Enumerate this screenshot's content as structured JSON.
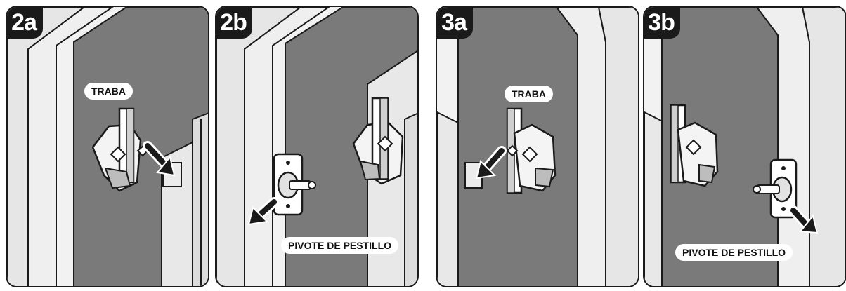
{
  "panels": [
    {
      "badge": "2a",
      "label": "TRABA"
    },
    {
      "badge": "2b",
      "label": "PIVOTE DE PESTILLO"
    },
    {
      "badge": "3a",
      "label": "TRABA"
    },
    {
      "badge": "3b",
      "label": "PIVOTE DE PESTILLO"
    }
  ],
  "colors": {
    "outline": "#1a1a1a",
    "door_face": "#7a7a7a",
    "frame": "#e4e4e4",
    "panel_bg": "#f2f2f2",
    "label_bg": "#ffffff"
  }
}
